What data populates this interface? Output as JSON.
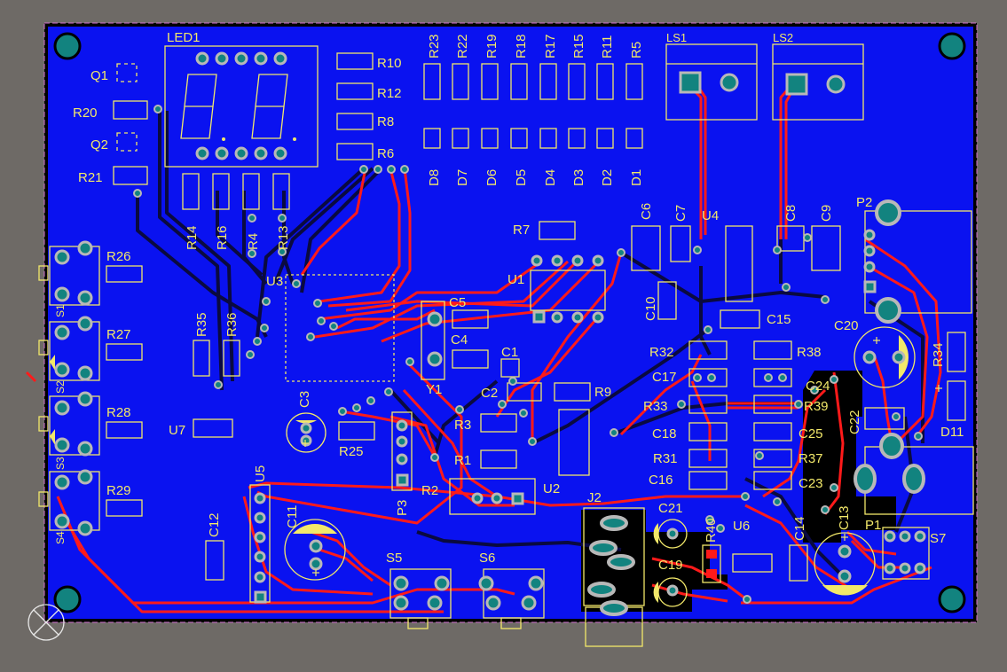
{
  "colors": {
    "background": "#6e6a66",
    "board": "#0a12f0",
    "board_edge": "#000000",
    "top_copper": "#ff1a1a",
    "bottom_copper": "#0a0a40",
    "silkscreen": "#f2e86a",
    "pad": "#b8b8b8",
    "via": "#12837f",
    "outline": "#d070d0"
  },
  "components": {
    "LED1": "LED1",
    "Q1": "Q1",
    "Q2": "Q2",
    "R20": "R20",
    "R21": "R21",
    "R10": "R10",
    "R12": "R12",
    "R8": "R8",
    "R6": "R6",
    "R23": "R23",
    "R22": "R22",
    "R19": "R19",
    "R18": "R18",
    "R17": "R17",
    "R15": "R15",
    "R11": "R11",
    "R5": "R5",
    "D8": "D8",
    "D7": "D7",
    "D6": "D6",
    "D5": "D5",
    "D4": "D4",
    "D3": "D3",
    "D2": "D2",
    "D1": "D1",
    "LS1": "LS1",
    "LS2": "LS2",
    "R14": "R14",
    "R16": "R16",
    "R4": "R4",
    "R13": "R13",
    "R26": "R26",
    "R27": "R27",
    "R28": "R28",
    "R29": "R29",
    "S1": "S1",
    "S2": "S2",
    "S3": "S3",
    "S4": "S4",
    "R35": "R35",
    "R36": "R36",
    "U3": "U3",
    "U7": "U7",
    "R7": "R7",
    "U1": "U1",
    "C5": "C5",
    "C4": "C4",
    "C1": "C1",
    "C2": "C2",
    "C3": "C3",
    "Y1": "Y1",
    "R9": "R9",
    "R3": "R3",
    "R1": "R1",
    "R2": "R2",
    "R25": "R25",
    "P3": "P3",
    "U5": "U5",
    "C11": "C11",
    "C12": "C12",
    "U2": "U2",
    "C6": "C6",
    "C7": "C7",
    "U4": "U4",
    "C8": "C8",
    "C9": "C9",
    "C10": "C10",
    "C15": "C15",
    "R32": "R32",
    "R38": "R38",
    "C17": "C17",
    "C24": "C24",
    "R33": "R33",
    "R39": "R39",
    "C18": "C18",
    "C25": "C25",
    "R31": "R31",
    "R37": "R37",
    "C16": "C16",
    "C23": "C23",
    "C22": "C22",
    "C20": "C20",
    "R34": "R34",
    "D11": "D11",
    "P2": "P2",
    "P1": "P1",
    "S7": "S7",
    "J2": "J2",
    "C21": "C21",
    "C19": "C19",
    "R40": "R40",
    "U6": "U6",
    "C14": "C14",
    "C13": "C13",
    "S5": "S5",
    "S6": "S6"
  }
}
